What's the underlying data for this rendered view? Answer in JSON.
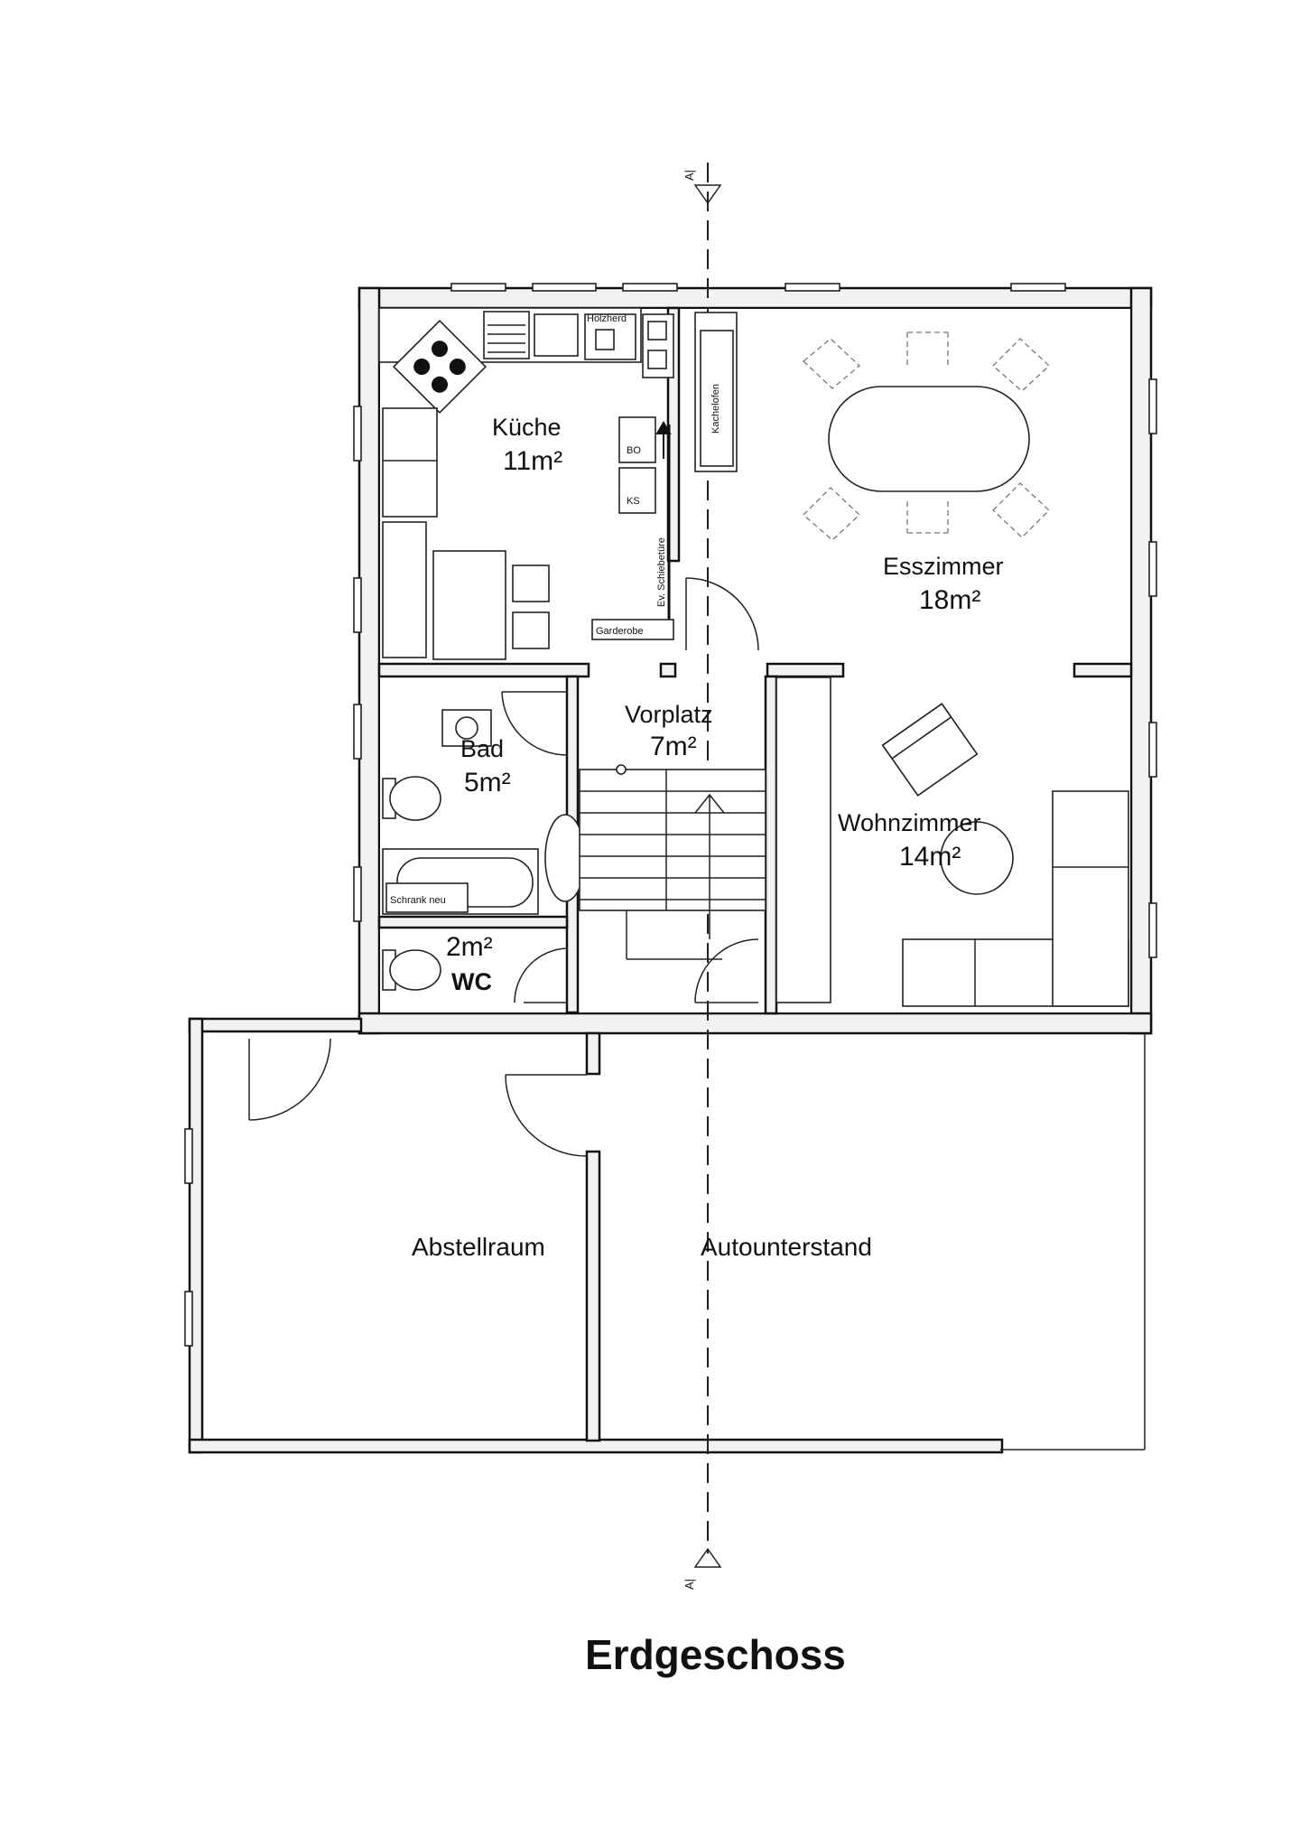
{
  "title": "Erdgeschoss",
  "section_marker": "A|",
  "rooms": {
    "kueche": {
      "name": "Küche",
      "area": "11m²"
    },
    "esszimmer": {
      "name": "Esszimmer",
      "area": "18m²"
    },
    "vorplatz": {
      "name": "Vorplatz",
      "area": "7m²"
    },
    "bad": {
      "name": "Bad",
      "area": "5m²"
    },
    "wohnzimmer": {
      "name": "Wohnzimmer",
      "area": "14m²"
    },
    "wc": {
      "name": "WC",
      "area": "2m²"
    },
    "abstellraum": {
      "name": "Abstellraum"
    },
    "autounterstand": {
      "name": "Autounterstand"
    }
  },
  "fixtures": {
    "holzherd": "Holzherd",
    "kachelofen": "Kachelofen",
    "bo": "BO",
    "ks": "KS",
    "schiebetuere": "Ev. Schiebetüre",
    "garderobe": "Garderobe",
    "schrank": "Schrank neu"
  }
}
